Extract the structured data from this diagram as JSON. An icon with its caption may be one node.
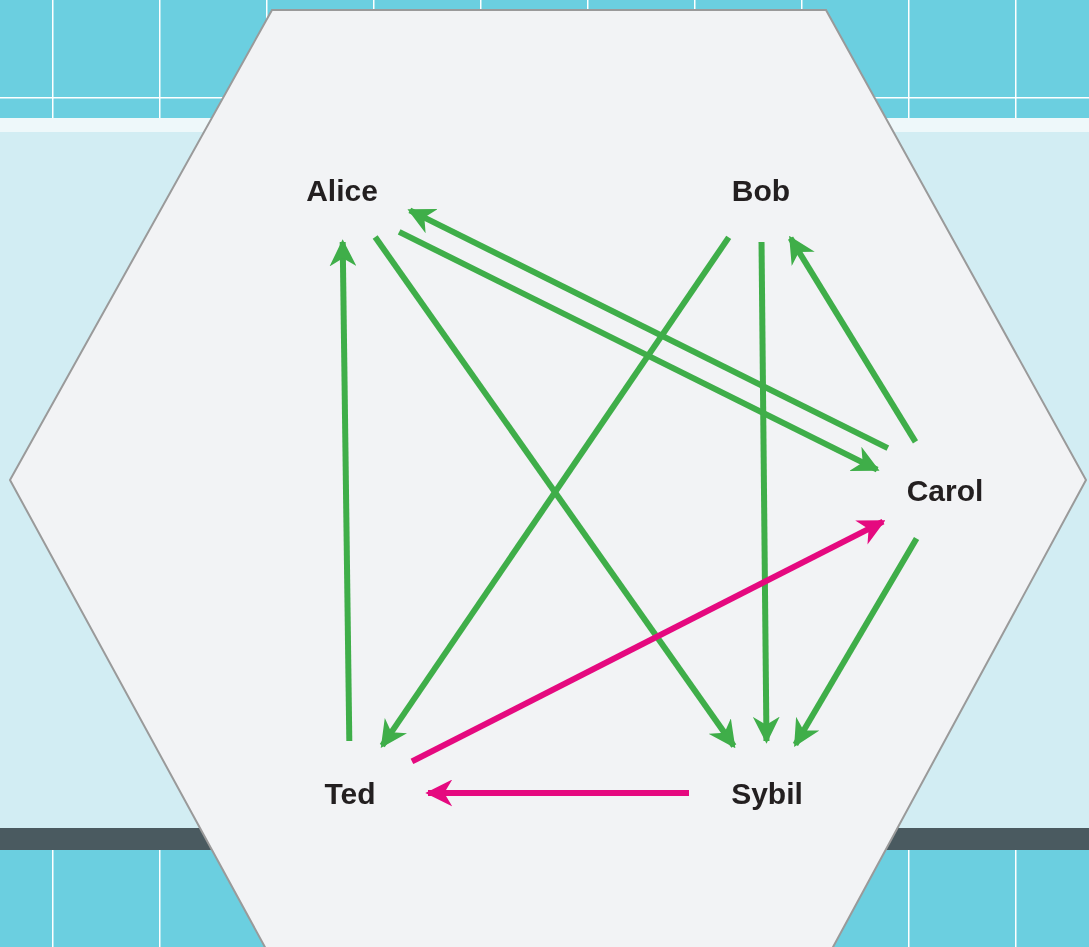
{
  "diagram": {
    "nodes": [
      {
        "text": [
          "Alice"
        ]
      },
      {
        "text": [
          "Bob"
        ]
      },
      {
        "text": [
          "Carol"
        ]
      },
      {
        "text": [
          "Ted"
        ]
      },
      {
        "text": [
          "Sybil"
        ]
      }
    ],
    "edges": [
      {
        "from": 3,
        "to": 0,
        "arrow": "to"
      },
      {
        "from": 0,
        "to": 2,
        "arrow": "to"
      },
      {
        "from": 2,
        "to": 0,
        "arrow": "to"
      },
      {
        "from": 0,
        "to": 4,
        "arrow": "to"
      },
      {
        "from": 1,
        "to": 3,
        "arrow": "to"
      },
      {
        "from": 1,
        "to": 4,
        "arrow": "to"
      },
      {
        "from": 2,
        "to": 1,
        "arrow": "to"
      },
      {
        "from": 2,
        "to": 4,
        "arrow": "to"
      },
      {
        "from": 3,
        "to": 2,
        "arrow": "to",
        "color": "#e5097f"
      },
      {
        "from": 4,
        "to": 3,
        "arrow": "to",
        "color": "#e5097f"
      }
    ]
  }
}
